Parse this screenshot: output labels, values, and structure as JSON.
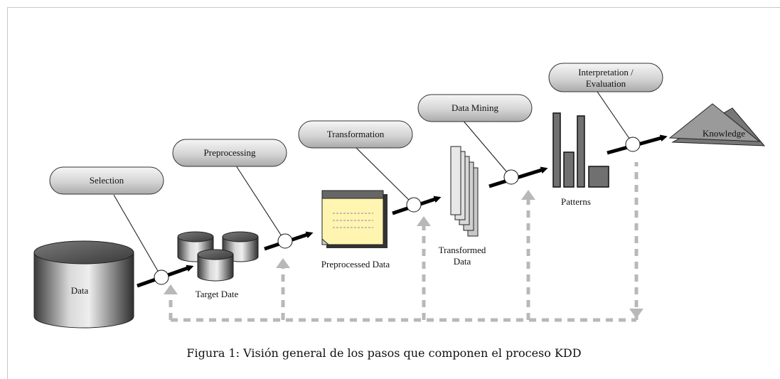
{
  "figure": {
    "steps": {
      "selection": "Selection",
      "preprocessing": "Preprocessing",
      "transformation": "Transformation",
      "data_mining": "Data Mining",
      "interpretation_line1": "Interpretation /",
      "interpretation_line2": "Evaluation"
    },
    "nodes": {
      "data": "Data",
      "target_data": "Target Date",
      "preprocessed_data": "Preprocessed Data",
      "transformed_data_line1": "Transformed",
      "transformed_data_line2": "Data",
      "patterns": "Patterns",
      "knowledge": "Knowledge"
    },
    "caption": "Figura 1: Visión general de los pasos que componen el proceso KDD"
  }
}
